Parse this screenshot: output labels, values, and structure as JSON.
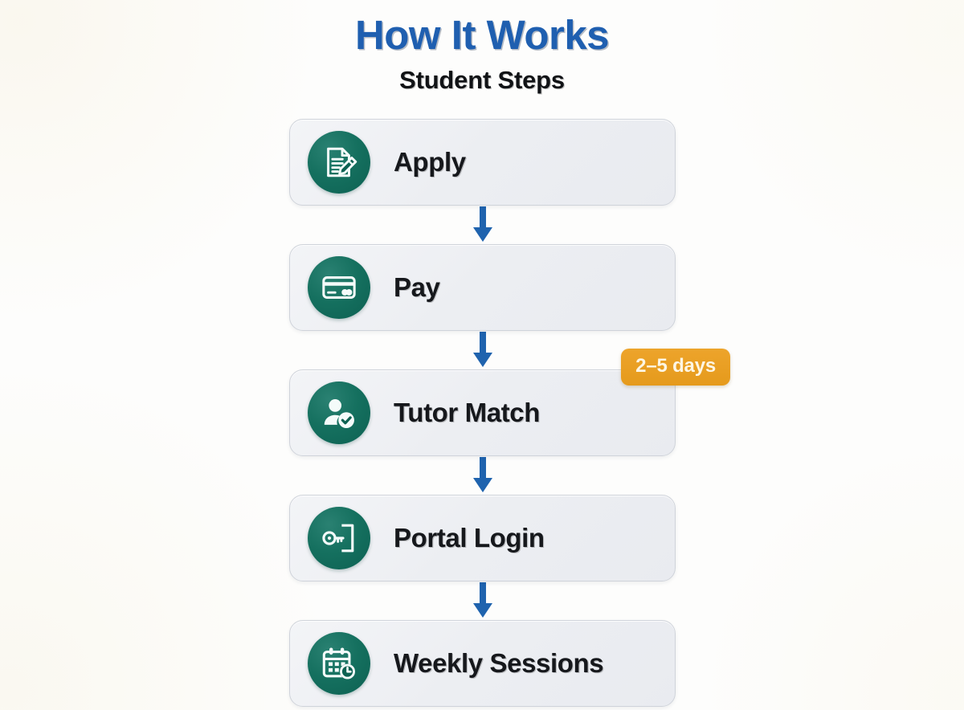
{
  "header": {
    "title": "How It Works",
    "subtitle": "Student Steps",
    "title_color": "#1f5fb0",
    "subtitle_color": "#111316"
  },
  "theme": {
    "page_background": "#fdfdfc",
    "icon_circle_color": "#0f6b5a",
    "card_background": "#eceef2",
    "card_border": "#cfd3da",
    "arrow_color": "#1f63ae",
    "badge_background": "#e8a020",
    "badge_text_color": "#fdf6e4",
    "label_color": "#16181c"
  },
  "flow": {
    "steps": [
      {
        "label": "Apply",
        "icon": "document-pencil-icon",
        "badge": null
      },
      {
        "label": "Pay",
        "icon": "credit-card-icon",
        "badge": null
      },
      {
        "label": "Tutor Match",
        "icon": "person-check-icon",
        "badge": "2–5 days"
      },
      {
        "label": "Portal Login",
        "icon": "key-door-icon",
        "badge": null
      },
      {
        "label": "Weekly Sessions",
        "icon": "calendar-clock-icon",
        "badge": null
      }
    ],
    "connector_icon": "arrow-down-icon"
  }
}
